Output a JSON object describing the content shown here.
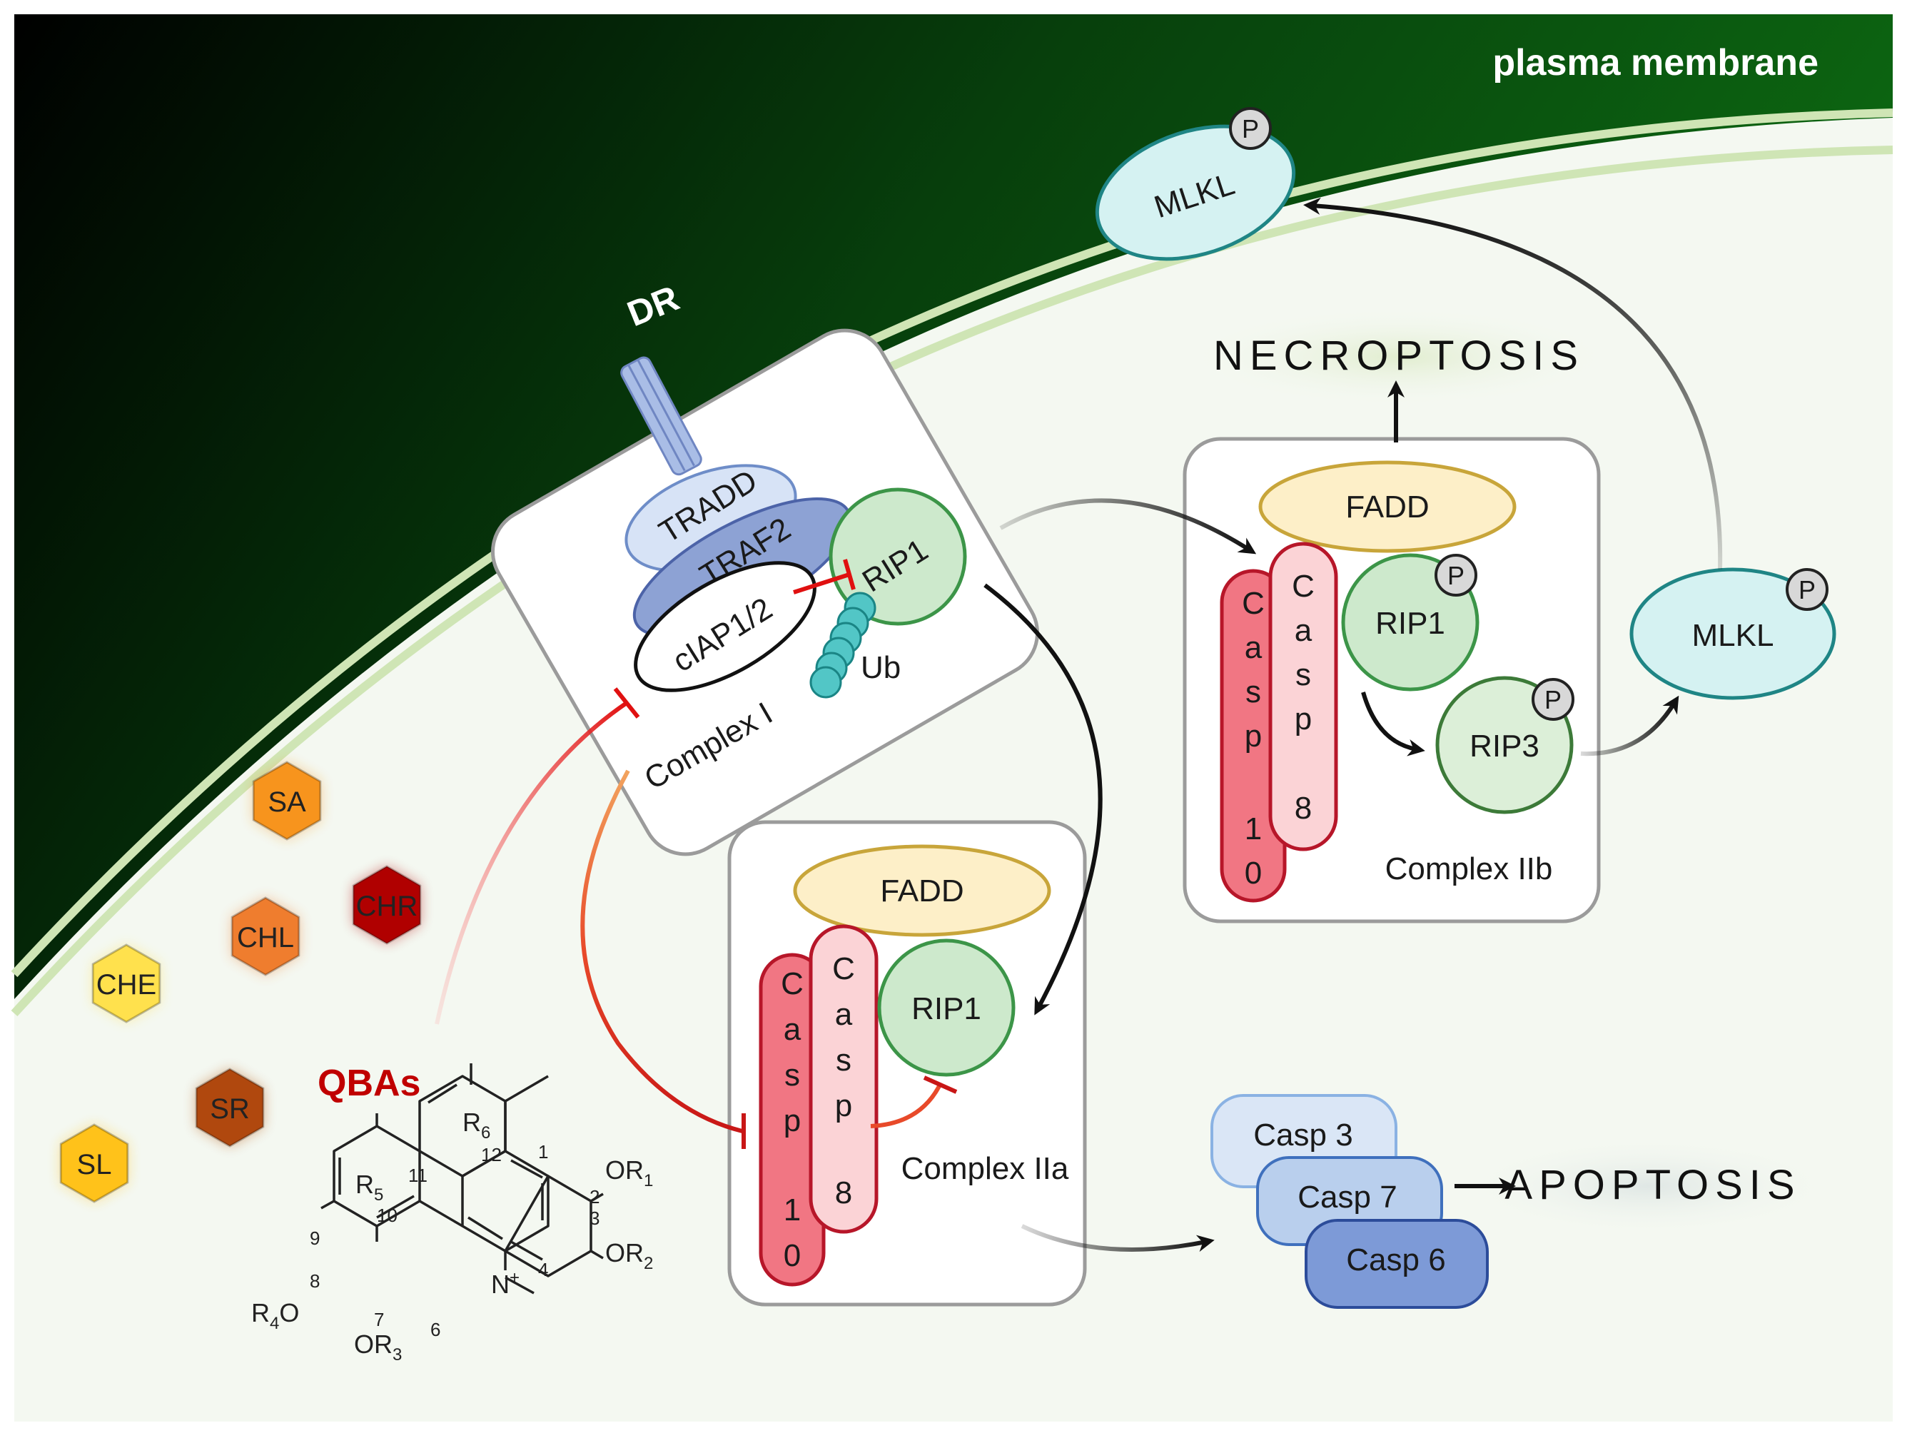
{
  "labels": {
    "plasma_membrane": "plasma membrane",
    "dr": "DR",
    "necroptosis": "NECROPTOSIS",
    "apoptosis": "APOPTOSIS",
    "qbas": "QBAs",
    "complex_i": "Complex I",
    "complex_iia": "Complex IIa",
    "complex_iib": "Complex IIb",
    "phospho": "P"
  },
  "proteins": {
    "tradd": "TRADD",
    "traf2": "TRAF2",
    "ciap": "cIAP1/2",
    "rip1": "RIP1",
    "ub": "Ub",
    "fadd": "FADD",
    "rip3": "RIP3",
    "mlkl": "MLKL",
    "casp3": "Casp 3",
    "casp7": "Casp 7",
    "casp6": "Casp 6",
    "casp8_letters": [
      "C",
      "a",
      "s",
      "p",
      "8"
    ],
    "casp10_letters": [
      "C",
      "a",
      "s",
      "p",
      "1",
      "0"
    ]
  },
  "compounds": [
    {
      "label": "SA",
      "color": "#f7941d"
    },
    {
      "label": "CHL",
      "color": "#ef7d2e"
    },
    {
      "label": "CHR",
      "color": "#b00000"
    },
    {
      "label": "CHE",
      "color": "#ffe14d"
    },
    {
      "label": "SR",
      "color": "#b0480e"
    },
    {
      "label": "SL",
      "color": "#ffc21a"
    }
  ],
  "structure": {
    "r1": "OR",
    "r1_sub": "1",
    "r2": "OR",
    "r2_sub": "2",
    "r3": "OR",
    "r3_sub": "3",
    "r4": "R",
    "r4_sub": "4",
    "r4_tail": "O",
    "r5": "R",
    "r5_sub": "5",
    "r6": "R",
    "r6_sub": "6",
    "nitrogen": "N",
    "charge": "+",
    "positions": [
      "1",
      "2",
      "3",
      "4",
      "6",
      "7",
      "8",
      "9",
      "10",
      "11",
      "12"
    ]
  },
  "colors": {
    "membrane_dark": "#0a3a0c",
    "membrane_green": "#0d6b12",
    "cytoplasm": "#f4f8f1",
    "inhibition_red": "#d42020",
    "qba_red": "#c00000"
  }
}
